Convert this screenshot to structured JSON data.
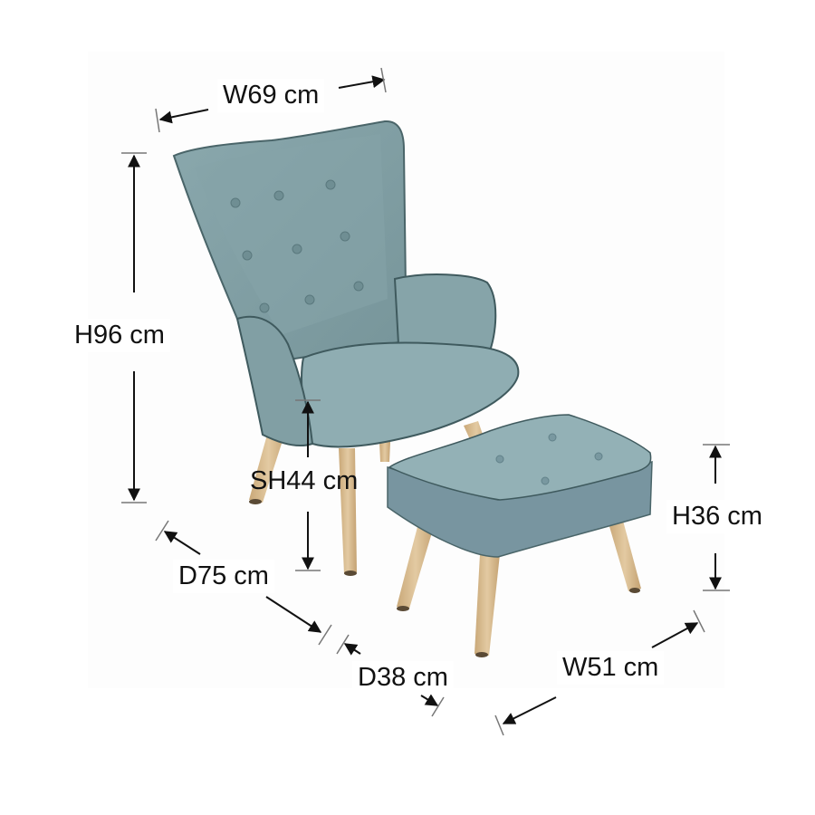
{
  "diagram": {
    "subject": "Wingback armchair with matching footstool",
    "colors": {
      "background": "#ffffff",
      "inner_background": "#fdfdfd",
      "fabric": "#7f9ea3",
      "fabric_light": "#94b1b5",
      "fabric_dark": "#627f84",
      "piping": "#3f5a5e",
      "button": "#6d8c91",
      "wood": "#d9bd92",
      "wood_dark": "#b8976a",
      "dimension_line": "#111111",
      "text": "#111111"
    }
  },
  "dimensions": {
    "chair_width": {
      "label": "W69 cm",
      "value": 69,
      "unit": "cm"
    },
    "chair_height": {
      "label": "H96 cm",
      "value": 96,
      "unit": "cm"
    },
    "seat_height": {
      "label": "SH44 cm",
      "value": 44,
      "unit": "cm"
    },
    "chair_depth": {
      "label": "D75 cm",
      "value": 75,
      "unit": "cm"
    },
    "stool_depth": {
      "label": "D38 cm",
      "value": 38,
      "unit": "cm"
    },
    "stool_width": {
      "label": "W51 cm",
      "value": 51,
      "unit": "cm"
    },
    "stool_height": {
      "label": "H36 cm",
      "value": 36,
      "unit": "cm"
    }
  }
}
